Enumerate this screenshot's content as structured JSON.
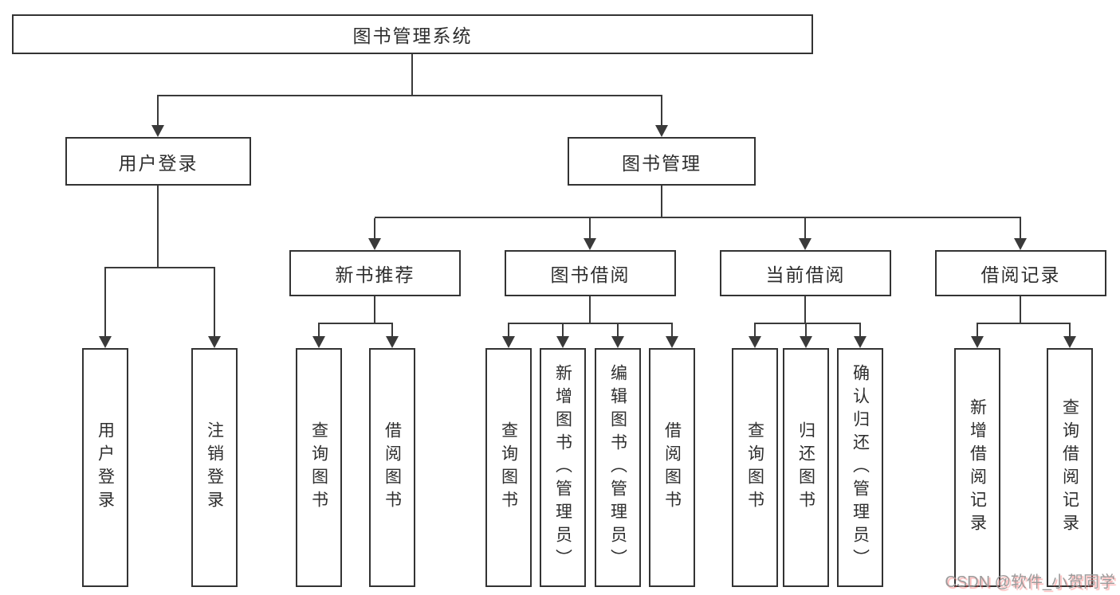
{
  "colors": {
    "line": "#3a3a3a",
    "border": "#333333",
    "text": "#2e2e2e",
    "watermark": "#9b9b9b",
    "watermark_shadow": "#fc5656"
  },
  "root": {
    "label": "图书管理系统"
  },
  "level1": {
    "user_login": {
      "label": "用户登录"
    },
    "book_mgmt": {
      "label": "图书管理"
    }
  },
  "level2": {
    "new_book": {
      "label": "新书推荐"
    },
    "book_borrow": {
      "label": "图书借阅"
    },
    "current_borrow": {
      "label": "当前借阅"
    },
    "borrow_record": {
      "label": "借阅记录"
    }
  },
  "leaves": {
    "user_login_1": {
      "label": "用户登录"
    },
    "user_login_2": {
      "label": "注销登录"
    },
    "new_book_1": {
      "label": "查询图书"
    },
    "new_book_2": {
      "label": "借阅图书"
    },
    "book_borrow_1": {
      "label": "查询图书"
    },
    "book_borrow_2": {
      "label": "新增图书（管理员）"
    },
    "book_borrow_3": {
      "label": "编辑图书（管理员）"
    },
    "book_borrow_4": {
      "label": "借阅图书"
    },
    "current_borrow_1": {
      "label": "查询图书"
    },
    "current_borrow_2": {
      "label": "归还图书"
    },
    "current_borrow_3": {
      "label": "确认归还（管理员）"
    },
    "borrow_record_1": {
      "label": "新增借阅记录"
    },
    "borrow_record_2": {
      "label": "查询借阅记录"
    }
  },
  "watermark": {
    "text": "CSDN @软件_小贺同学"
  }
}
